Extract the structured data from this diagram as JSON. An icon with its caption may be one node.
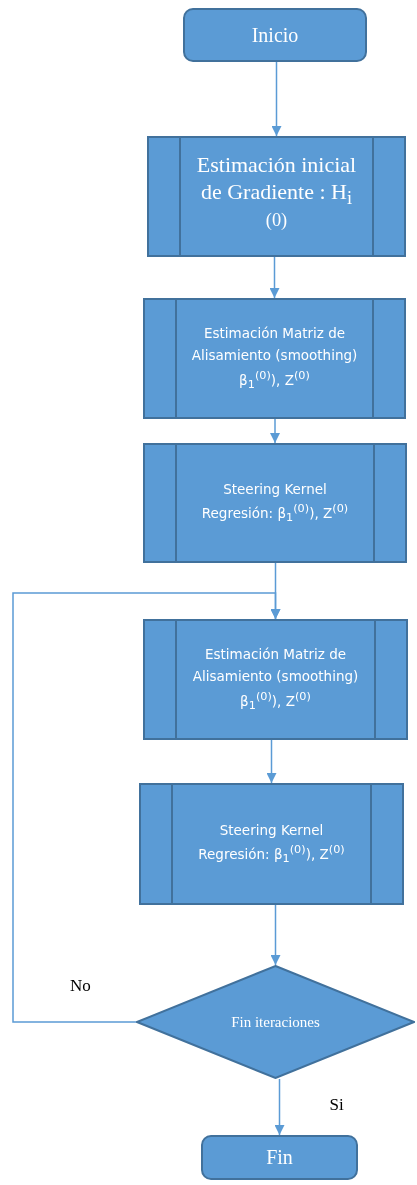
{
  "diagram": {
    "nodes": [
      {
        "text": [
          "Inicio"
        ]
      },
      {
        "text": [
          "Estimación inicial de Gradiente : H$_{i}$ $^{(0)}$"
        ]
      },
      {
        "text": [
          "Estimación Matriz de Alisamiento (smoothing) β$_{1}$$^{(0)}$), Z$^{(0)}$"
        ]
      },
      {
        "text": [
          "Steering Kernel Regresión: β$_{1}$$^{(0)}$), Z$^{(0)}$"
        ]
      },
      {
        "text": [
          "Estimación Matriz de Alisamiento (smoothing) β$_{1}$$^{(0)}$), Z$^{(0)}$"
        ]
      },
      {
        "text": [
          "Steering Kernel Regresión: β$_{1}$$^{(0)}$), Z$^{(0)}$"
        ]
      },
      {
        "text": [
          "Fin iteraciones"
        ]
      },
      {
        "text": [
          "Fin"
        ]
      }
    ],
    "edges": [
      {
        "from": 0,
        "to": 1,
        "arrow": "to"
      },
      {
        "from": 1,
        "to": 2,
        "arrow": "to"
      },
      {
        "from": 2,
        "to": 3,
        "arrow": "to"
      },
      {
        "from": 3,
        "to": 4,
        "arrow": "to"
      },
      {
        "from": 4,
        "to": 5,
        "arrow": "to"
      },
      {
        "from": 5,
        "to": 6,
        "arrow": "to"
      },
      {
        "from": 6,
        "to": 4,
        "arrow": "to",
        "label": "No"
      },
      {
        "from": 6,
        "to": 7,
        "arrow": "to",
        "label": "Si"
      }
    ]
  }
}
